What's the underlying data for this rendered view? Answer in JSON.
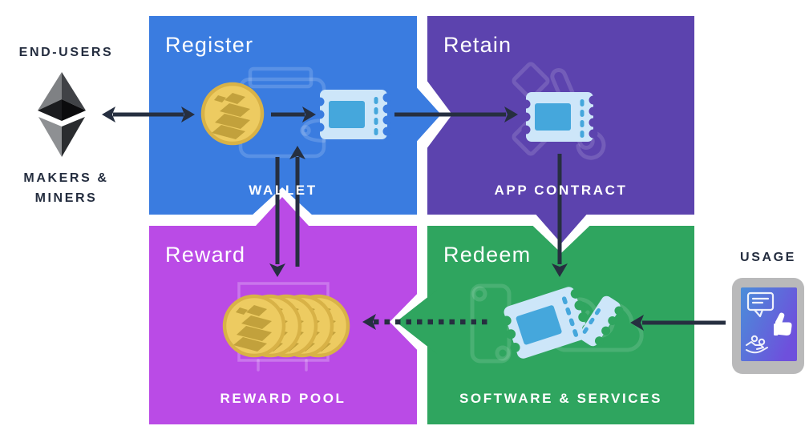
{
  "quadrants": [
    {
      "name": "register",
      "title": "Register",
      "label": "WALLET",
      "color": "#3A7CE0",
      "watermark_icon": "wallet-icon",
      "main_icons": [
        "coin-icon",
        "ticket-icon"
      ]
    },
    {
      "name": "retain",
      "title": "Retain",
      "label": "APP CONTRACT",
      "color": "#5C43AE",
      "watermark_icon": "tools-icon",
      "main_icons": [
        "ticket-icon"
      ]
    },
    {
      "name": "reward",
      "title": "Reward",
      "label": "REWARD POOL",
      "color": "#BA4BE6",
      "watermark_icon": "pool-frame-icon",
      "main_icons": [
        "coin-stack-icon"
      ]
    },
    {
      "name": "redeem",
      "title": "Redeem",
      "label": "SOFTWARE & SERVICES",
      "color": "#2FA55F",
      "watermark_icon": "scroll-and-cloud-sync-icon",
      "main_icons": [
        "torn-ticket-icon",
        "ticket-stub-icon"
      ]
    }
  ],
  "actors": {
    "end_users_label": "END-USERS",
    "makers_miners_line1": "MAKERS &",
    "makers_miners_line2": "MINERS",
    "usage_label": "USAGE"
  },
  "flows": [
    {
      "name": "arrow-endusers-register",
      "style": "solid",
      "direction": "both"
    },
    {
      "name": "arrow-coin-to-ticket",
      "style": "solid",
      "direction": "right"
    },
    {
      "name": "arrow-register-retain",
      "style": "solid",
      "direction": "right"
    },
    {
      "name": "arrow-retain-redeem",
      "style": "solid",
      "direction": "down"
    },
    {
      "name": "arrow-register-reward",
      "style": "solid",
      "direction": "down"
    },
    {
      "name": "arrow-reward-register",
      "style": "solid",
      "direction": "up"
    },
    {
      "name": "arrow-redeem-reward",
      "style": "dotted",
      "direction": "left"
    },
    {
      "name": "arrow-usage-redeem",
      "style": "solid",
      "direction": "left"
    }
  ],
  "colors": {
    "background": "#FFFFFF",
    "arrow": "#262F40",
    "side_text": "#242D3F",
    "coin_gold": "#EDCB61",
    "coin_rim": "#D8B247",
    "coin_pattern": "#C2A13C",
    "ticket_body": "#CDE6F9",
    "ticket_screen": "#45A7DC",
    "tablet_body": "#B9B9BA",
    "tablet_screen_start": "#4A8ED9",
    "tablet_screen_end": "#6E50DC"
  },
  "icons": [
    "ethereum-icon",
    "coin-icon",
    "ticket-icon",
    "wallet-icon",
    "tools-icon",
    "coin-stack-icon",
    "pool-frame-icon",
    "torn-ticket-icon",
    "ticket-stub-icon",
    "scroll-and-cloud-sync-icon",
    "tablet-icon",
    "chat-bubble-icon",
    "thumbs-up-icon",
    "hand-coins-icon"
  ]
}
